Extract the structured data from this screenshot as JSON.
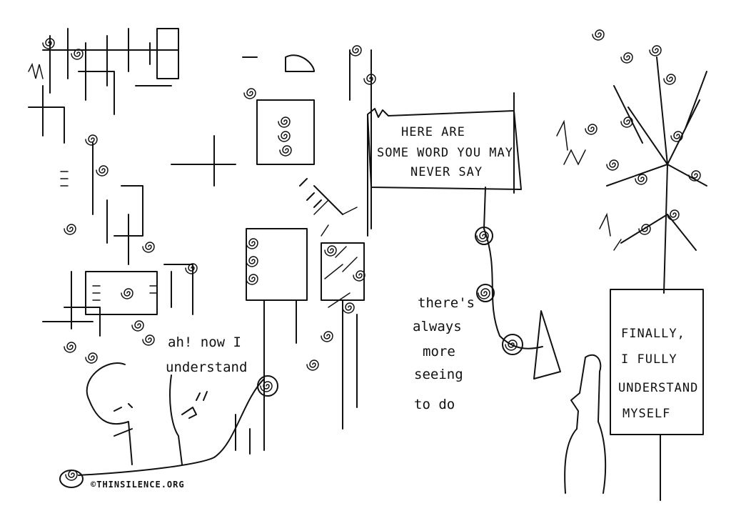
{
  "cartoon": {
    "center_sign": {
      "lines": [
        "HERE ARE",
        "SOME WORD YOU MAY",
        "NEVER SAY"
      ]
    },
    "left_speech": {
      "lines": [
        "ah! now I",
        "understand"
      ]
    },
    "middle_caption": {
      "lines": [
        "there's",
        "always",
        "more",
        "seeing",
        "to do"
      ]
    },
    "right_sign": {
      "lines": [
        "FINALLY,",
        "I FULLY",
        "UNDERSTAND",
        "MYSELF"
      ]
    },
    "credit": "©THINSILENCE.ORG",
    "ink_color": "#111111"
  }
}
